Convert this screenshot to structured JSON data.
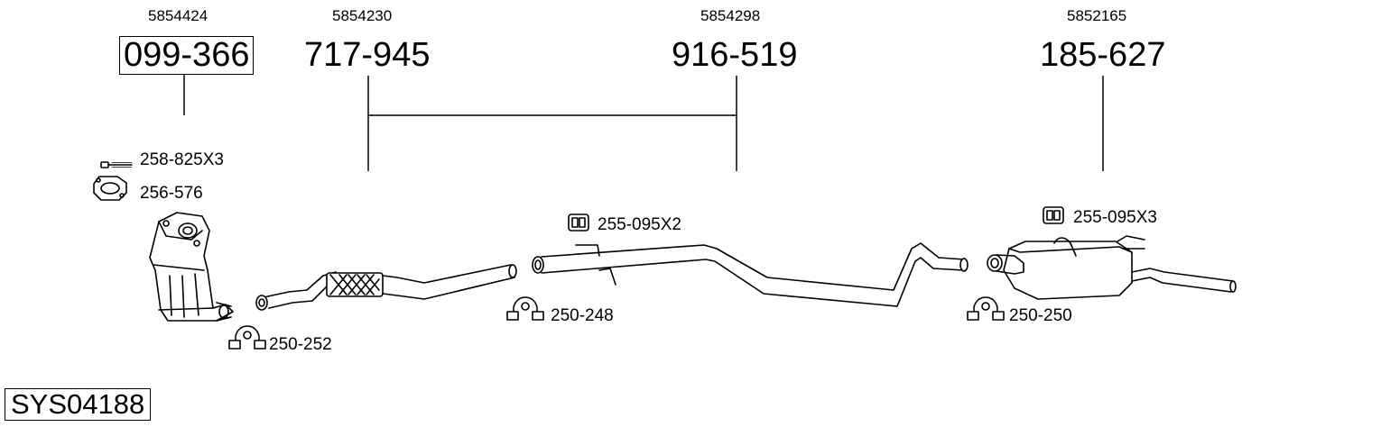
{
  "oe_numbers": {
    "n1": "5854424",
    "n2": "5854230",
    "n3": "5854298",
    "n4": "5852165"
  },
  "parts": {
    "p1": "099-366",
    "p2": "717-945",
    "p3": "916-519",
    "p4": "185-627"
  },
  "accessories": {
    "bolt": "258-825X3",
    "gasket": "256-576",
    "clamp_front": "250-252",
    "rubber_mid": "255-095X2",
    "clamp_mid": "250-248",
    "rubber_rear": "255-095X3",
    "clamp_rear": "250-250"
  },
  "system_code": "SYS04188"
}
